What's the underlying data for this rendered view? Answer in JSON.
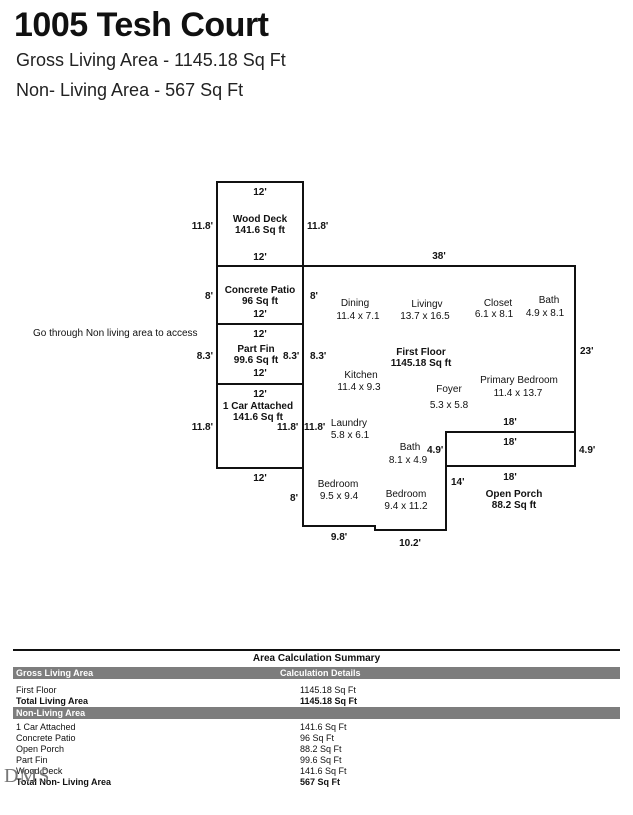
{
  "header": {
    "title": "1005 Tesh Court",
    "gross_line": "Gross Living Area - 1145.18 Sq Ft",
    "nonliving_line": "Non- Living Area - 567 Sq Ft"
  },
  "plan": {
    "note": "Go through Non living area to access",
    "wood_deck": {
      "name": "Wood Deck",
      "area": "141.6 Sq ft",
      "top": "12'",
      "bottom": "12'",
      "left": "11.8'",
      "right": "11.8'"
    },
    "patio": {
      "name": "Concrete Patio",
      "area": "96 Sq ft",
      "left": "8'",
      "right": "8'",
      "bottom": "12'"
    },
    "part_fin": {
      "name": "Part Fin",
      "area": "99.6 Sq ft",
      "top": "12'",
      "bottom": "12'",
      "left": "8.3'",
      "right": "8.3'"
    },
    "garage": {
      "name": "1 Car Attached",
      "area": "141.6 Sq ft",
      "top": "12'",
      "bottom": "12'",
      "left": "11.8'",
      "right": "11.8'"
    },
    "first_floor": {
      "name": "First Floor",
      "area": "1145.18 Sq ft",
      "top": "38'",
      "right": "23'",
      "left_upper": "8'",
      "left_mid": "8.3'",
      "left_lower": "11.8'",
      "left_bottom": "8'",
      "bottom_left": "9.8'",
      "bottom_right": "10.2'",
      "step_right": "4.9'",
      "step_bottom": "14'",
      "step_top": "18'"
    },
    "porch": {
      "name": "Open Porch",
      "area": "88.2 Sq ft",
      "top": "18'",
      "bottom": "18'",
      "right": "4.9'"
    },
    "rooms": {
      "dining": {
        "name": "Dining",
        "size": "11.4 x 7.1"
      },
      "living": {
        "name": "Livingv",
        "size": "13.7 x 16.5"
      },
      "closet": {
        "name": "Closet",
        "size": "6.1 x 8.1"
      },
      "bath1": {
        "name": "Bath",
        "size": "4.9 x 8.1"
      },
      "kitchen": {
        "name": "Kitchen",
        "size": "11.4 x 9.3"
      },
      "primary": {
        "name": "Primary Bedroom",
        "size": "11.4 x 13.7"
      },
      "foyer": {
        "name": "Foyer",
        "size": "5.3 x 5.8"
      },
      "laundry": {
        "name": "Laundry",
        "size": "5.8 x 6.1"
      },
      "bath2": {
        "name": "Bath",
        "size": "8.1 x 4.9"
      },
      "bedroom1": {
        "name": "Bedroom",
        "size": "9.5 x 9.4"
      },
      "bedroom2": {
        "name": "Bedroom",
        "size": "9.4 x 11.2"
      }
    }
  },
  "summary": {
    "title": "Area Calculation Summary",
    "gross_header": "Gross Living Area",
    "details_header": "Calculation Details",
    "nonliving_header": "Non-Living Area",
    "gross_rows": [
      {
        "label": "First Floor",
        "value": "1145.18 Sq Ft"
      },
      {
        "label": "Total Living Area",
        "value": "1145.18 Sq Ft"
      }
    ],
    "nonliving_rows": [
      {
        "label": "1 Car Attached",
        "value": "141.6 Sq Ft"
      },
      {
        "label": "Concrete Patio",
        "value": "96 Sq Ft"
      },
      {
        "label": "Open Porch",
        "value": "88.2 Sq Ft"
      },
      {
        "label": "Part Fin",
        "value": "99.6 Sq Ft"
      },
      {
        "label": "Wood Deck",
        "value": "141.6 Sq Ft"
      },
      {
        "label": "Total Non- Living Area",
        "value": "567 Sq Ft"
      }
    ]
  },
  "logo": "DMS"
}
